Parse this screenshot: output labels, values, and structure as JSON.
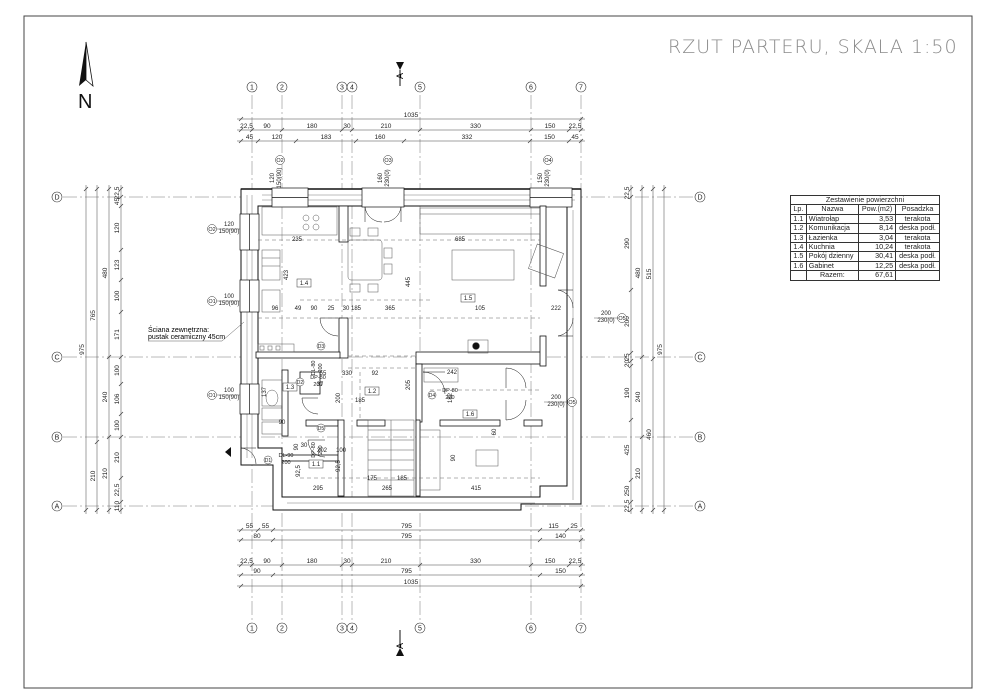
{
  "title": "RZUT PARTERU, SKALA 1:50",
  "north": "N",
  "grid": {
    "columns": [
      "1",
      "2",
      "3",
      "4",
      "5",
      "6",
      "7"
    ],
    "rows": [
      "A",
      "B",
      "C",
      "D"
    ]
  },
  "section_marker": "A",
  "dims": {
    "top_total": "1035",
    "top_row1": [
      "22,5",
      "90",
      "180",
      "30",
      "210",
      "330",
      "150",
      "22,5"
    ],
    "top_row2": [
      "45",
      "120",
      "183",
      "160",
      "332",
      "150",
      "45"
    ],
    "bottom_row1": [
      "55",
      "55",
      "795",
      "115",
      "25"
    ],
    "bottom_row2": [
      "80",
      "795",
      "140"
    ],
    "bottom_row3": [
      "22,5",
      "90",
      "180",
      "30",
      "210",
      "330",
      "150",
      "22,5"
    ],
    "bottom_row4": [
      "90",
      "795",
      "150"
    ],
    "bottom_total": "1035",
    "left_outer": "975",
    "left_mid": [
      "765",
      "210"
    ],
    "left_inner": [
      "480",
      "240",
      "210"
    ],
    "left_detail": [
      "22,5",
      "45",
      "120",
      "123",
      "100",
      "171",
      "100",
      "106",
      "100",
      "210",
      "22,5",
      "110"
    ],
    "right_outer": "975",
    "right_mid": [
      "515",
      "460"
    ],
    "right_inner": [
      "480",
      "240",
      "210"
    ],
    "right_detail": [
      "22,5",
      "290",
      "200",
      "25",
      "20",
      "190",
      "425",
      "250",
      "22,5"
    ]
  },
  "interior": {
    "room_tags": [
      "1.1",
      "1.2",
      "1.3",
      "1.4",
      "1.5",
      "1.6"
    ],
    "dims": [
      "235",
      "685",
      "423",
      "445",
      "96",
      "49",
      "90",
      "25",
      "30",
      "185",
      "365",
      "105",
      "222",
      "137",
      "90",
      "55",
      "330",
      "185",
      "92",
      "205",
      "200",
      "37",
      "90",
      "30",
      "202",
      "100",
      "92,5",
      "92,5",
      "175",
      "185",
      "295",
      "265",
      "415",
      "90",
      "60",
      "182",
      "242"
    ],
    "windows": [
      {
        "tag": "O2",
        "w": "120",
        "h": "150(90)"
      },
      {
        "tag": "O1",
        "w": "100",
        "h": "150(90)"
      },
      {
        "tag": "O1",
        "w": "100",
        "h": "150(90)"
      },
      {
        "tag": "O3",
        "w": "160",
        "h": "230(0)"
      },
      {
        "tag": "O4",
        "w": "150",
        "h": "230(0)"
      },
      {
        "tag": "O2",
        "w": "120",
        "h": "150(90)"
      },
      {
        "tag": "O5",
        "w": "200",
        "h": "230(0)"
      },
      {
        "tag": "O5",
        "w": "200",
        "h": "230(0)"
      }
    ],
    "doors": [
      {
        "tag": "D1",
        "w": "90",
        "h": "200",
        "type": "DL-90"
      },
      {
        "tag": "D2",
        "w": "80",
        "h": "200",
        "type": "DP-80"
      },
      {
        "tag": "D3",
        "w": "80",
        "h": "200",
        "type": "DL-80"
      },
      {
        "tag": "D4",
        "w": "80",
        "h": "200",
        "type": "DP-80"
      },
      {
        "tag": "D5",
        "w": "80",
        "h": "200",
        "type": "DP-80"
      }
    ],
    "wall_note": [
      "Ściana zewnętrzna:",
      "pustak ceramiczny 45cm"
    ]
  },
  "summary": {
    "caption": "Zestawienie powierzchni",
    "headers": [
      "Lp.",
      "Nazwa",
      "Pow.(m2)",
      "Posadzka"
    ],
    "rows": [
      [
        "1.1",
        "Wiatrołap",
        "3,53",
        "terakota"
      ],
      [
        "1.2",
        "Komunikacja",
        "8,14",
        "deska podł."
      ],
      [
        "1.3",
        "Łazienka",
        "3,04",
        "terakota"
      ],
      [
        "1.4",
        "Kuchnia",
        "10,24",
        "terakota"
      ],
      [
        "1.5",
        "Pokój dzienny",
        "30,41",
        "deska podł."
      ],
      [
        "1.6",
        "Gabinet",
        "12,25",
        "deska podł."
      ]
    ],
    "total_label": "Razem:",
    "total_value": "67,61"
  }
}
